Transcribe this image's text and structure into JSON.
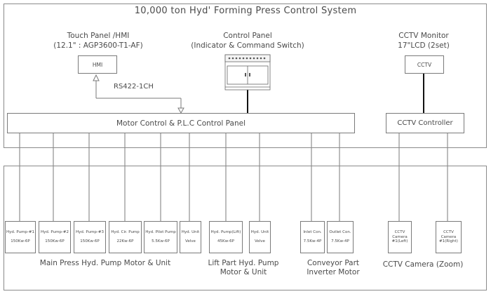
{
  "title": "10,000 ton Hyd' Forming Press Control System",
  "top": {
    "hmi": {
      "heading_line1": "Touch Panel /HMI",
      "heading_line2": "(12.1\" : AGP3600-T1-AF)",
      "label": "HMI"
    },
    "control_panel": {
      "heading_line1": "Control Panel",
      "heading_line2": "(Indicator & Command Switch)"
    },
    "cctv_monitor": {
      "heading_line1": "CCTV Monitor",
      "heading_line2": "17\"LCD (2set)",
      "label": "CCTV"
    },
    "link_label": "RS422-1CH",
    "motor_control_panel": "Motor Control  & P.L.C Control Panel",
    "cctv_controller": "CCTV Controller"
  },
  "units": [
    {
      "l1": "Hyd. Pump-#1",
      "l2": "150Kw-6P"
    },
    {
      "l1": "Hyd. Pump-#2",
      "l2": "150Kw-6P"
    },
    {
      "l1": "Hyd. Pump-#3",
      "l2": "150Kw-6P"
    },
    {
      "l1": "Hyd. Cir. Pump",
      "l2": "22Kw-6P"
    },
    {
      "l1": "Hyd. Pilot Pump",
      "l2": "5.5Kw-6P"
    },
    {
      "l1": "Hyd. Unit",
      "l2": "Velve"
    },
    {
      "l1": "Hyd. Pump(Lift)",
      "l2": "45Kw-6P"
    },
    {
      "l1": "Hyd. Unit",
      "l2": "Velve"
    },
    {
      "l1": "Inlet Con.",
      "l2": "7.5Kw-4P"
    },
    {
      "l1": "Outlet Con.",
      "l2": "7.5Kw-4P"
    }
  ],
  "cameras": [
    {
      "l1": "CCTV",
      "l2": "Camera",
      "l3": "#1(Left)"
    },
    {
      "l1": "CCTV",
      "l2": "Camera",
      "l3": "#1(Right)"
    }
  ],
  "groups": {
    "main_press": "Main Press Hyd. Pump Motor & Unit",
    "lift_line1": "Lift Part Hyd. Pump",
    "lift_line2": "Motor & Unit",
    "conveyor_line1": "Conveyor Part",
    "conveyor_line2": "Inverter Motor",
    "cctv_camera": "CCTV Camera (Zoom)"
  }
}
